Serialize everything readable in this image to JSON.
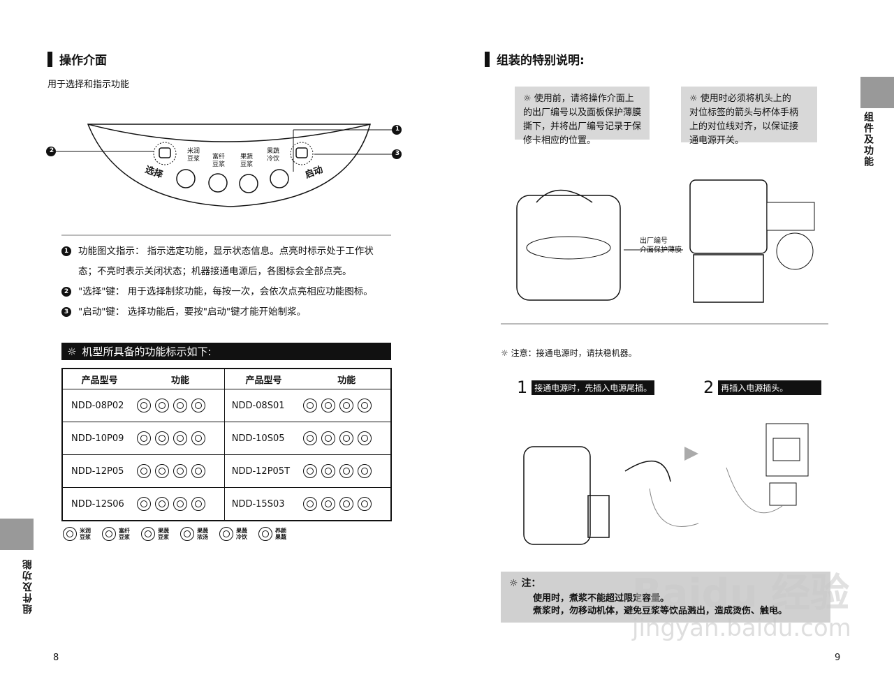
{
  "left": {
    "title": "操作介面",
    "subtitle": "用于选择和指示功能",
    "panel": {
      "select_label": "选择",
      "start_label": "启动",
      "btn1": [
        "米润",
        "豆浆"
      ],
      "btn2": [
        "富纤",
        "豆浆"
      ],
      "btn3": [
        "果蔬",
        "豆浆"
      ],
      "btn4": [
        "果蔬",
        "冷饮"
      ],
      "callout1": "1",
      "callout2": "2",
      "callout3": "3"
    },
    "descriptions": [
      {
        "num": "1",
        "line1": "功能图文指示： 指示选定功能，显示状态信息。点亮时标示处于工作状",
        "line2": "态；不亮时表示关闭状态；机器接通电源后，各图标会全部点亮。"
      },
      {
        "num": "2",
        "line1": "\"选择\"键： 用于选择制浆功能，每按一次，会依次点亮相应功能图标。"
      },
      {
        "num": "3",
        "line1": "\"启动\"键： 选择功能后，要按\"启动\"键才能开始制浆。"
      }
    ],
    "models_header": "机型所具备的功能标示如下:",
    "table": {
      "col_model": "产品型号",
      "col_func": "功能",
      "rows": [
        {
          "a": "NDD-08P02",
          "b": "NDD-08S01"
        },
        {
          "a": "NDD-10P09",
          "b": "NDD-10S05"
        },
        {
          "a": "NDD-12P05",
          "b": "NDD-12P05T"
        },
        {
          "a": "NDD-12S06",
          "b": "NDD-15S03"
        }
      ]
    },
    "legend": [
      {
        "l1": "米润",
        "l2": "豆浆"
      },
      {
        "l1": "富纤",
        "l2": "豆浆"
      },
      {
        "l1": "果蔬",
        "l2": "豆浆"
      },
      {
        "l1": "果蔬",
        "l2": "浓汤"
      },
      {
        "l1": "果蔬",
        "l2": "冷饮"
      },
      {
        "l1": "养颜",
        "l2": "果蔬"
      }
    ],
    "side_label": "组件及功能",
    "page_num": "8"
  },
  "right": {
    "title": "组装的特别说明:",
    "box1": [
      "使用前，请将操作介面上",
      "的出厂编号以及面板保护薄膜",
      "撕下，并将出厂编号记录于保",
      "修卡相应的位置。"
    ],
    "box2": [
      "使用时必须将机头上的",
      "对位标签的箭头与杯体手柄",
      "上的对位线对齐，以保证接",
      "通电源开关。"
    ],
    "fig_label1": "出厂编号",
    "fig_label2": "介面保护薄膜",
    "notice": "注意：接通电源时，请扶稳机器。",
    "step1_num": "1",
    "step1_text": "接通电源时，先插入电源尾插。",
    "step2_num": "2",
    "step2_text": "再插入电源插头。",
    "note_title": "注：",
    "note_line1": "使用时，煮浆不能超过限定容量。",
    "note_line2": "煮浆时，勿移动机体，避免豆浆等饮品溅出，造成烫伤、触电。",
    "side_label": "组件及功能",
    "page_num": "9",
    "watermark1": "Baidu 经验",
    "watermark2": "jingyan.baidu.com"
  }
}
